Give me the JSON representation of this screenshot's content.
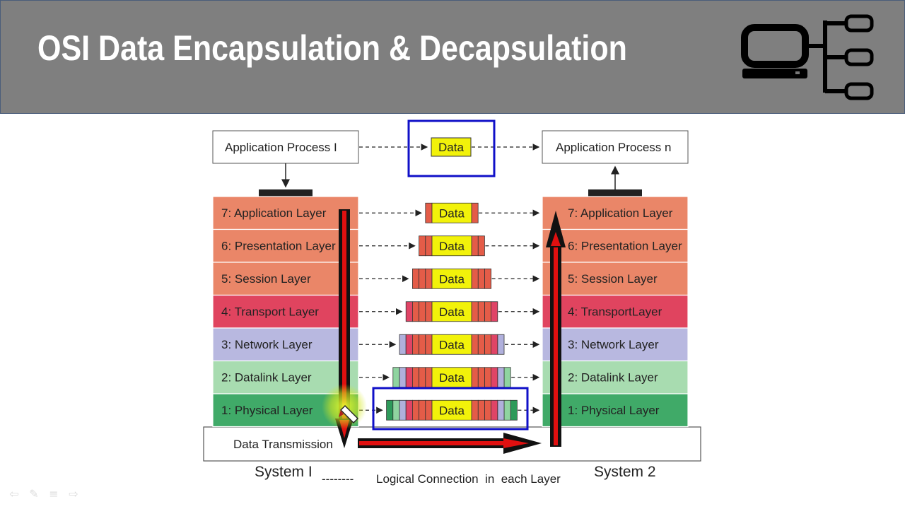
{
  "slide": {
    "title": "OSI Data Encapsulation & Decapsulation",
    "logo_icon": "network-computer-icon",
    "header_color": "#7f7f7f"
  },
  "diagram": {
    "app_process_left": "Application Process I",
    "app_process_right": "Application Process n",
    "data_label": "Data",
    "layers_left": [
      {
        "label": "7: Application Layer",
        "color": "#ea8668"
      },
      {
        "label": "6: Presentation Layer",
        "color": "#ea8668"
      },
      {
        "label": "5: Session Layer",
        "color": "#ea8668"
      },
      {
        "label": "4: Transport Layer",
        "color": "#e0445f"
      },
      {
        "label": "3: Network Layer",
        "color": "#b8b8e0"
      },
      {
        "label": "2: Datalink Layer",
        "color": "#a8dcb0"
      },
      {
        "label": "1: Physical Layer",
        "color": "#40aa68"
      }
    ],
    "layers_right": [
      "7: Application Layer",
      "6: Presentation Layer",
      "5: Session Layer",
      "4: TransportLayer",
      "3: Network Layer",
      "2: Datalink Layer",
      "1: Physical Layer"
    ],
    "data_transmission": "Data Transmission",
    "system_left": "System I",
    "system_right": "System 2",
    "legend_dashes": "--------",
    "legend_text": "Logical Connection  in  each Layer",
    "data_color": "#f2f20a",
    "highlight_color": "#1010c8"
  },
  "nav": {
    "back": "⇦",
    "pen": "✎",
    "menu": "≡",
    "forward": "⇨"
  }
}
